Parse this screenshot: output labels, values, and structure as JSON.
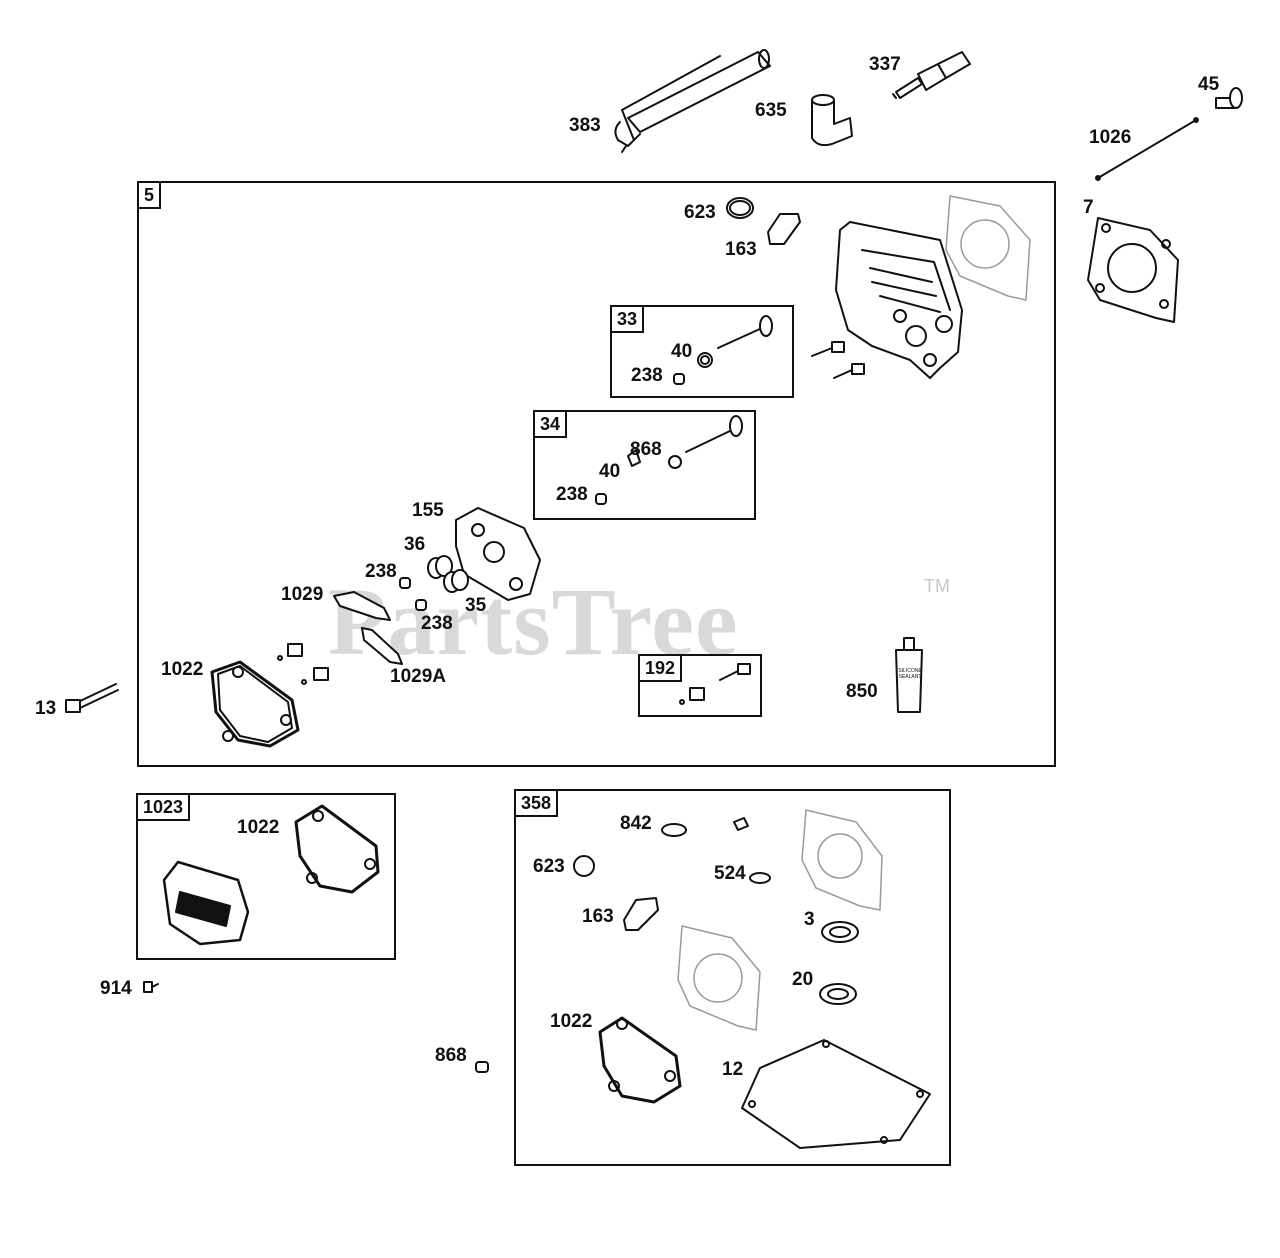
{
  "watermark": {
    "text": "PartsTree",
    "trademark": "TM"
  },
  "groups": [
    {
      "id": "5",
      "label": "5"
    },
    {
      "id": "33",
      "label": "33"
    },
    {
      "id": "34",
      "label": "34"
    },
    {
      "id": "192",
      "label": "192"
    },
    {
      "id": "1023",
      "label": "1023"
    },
    {
      "id": "358",
      "label": "358"
    }
  ],
  "callouts": [
    "383",
    "635",
    "337",
    "45",
    "1026",
    "7",
    "623",
    "163",
    "40",
    "238",
    "868",
    "40",
    "238",
    "155",
    "36",
    "238",
    "1029",
    "35",
    "238",
    "1022",
    "1029A",
    "13",
    "850",
    "1022",
    "914",
    "842",
    "623",
    "524",
    "163",
    "3",
    "20",
    "1022",
    "868",
    "12"
  ],
  "sealant_tube": {
    "line1": "SILICONE",
    "line2": "SEALANT"
  },
  "colors": {
    "line": "#111111",
    "gasket_light": "#9a9a9a",
    "watermark": "#d9d9d9"
  }
}
